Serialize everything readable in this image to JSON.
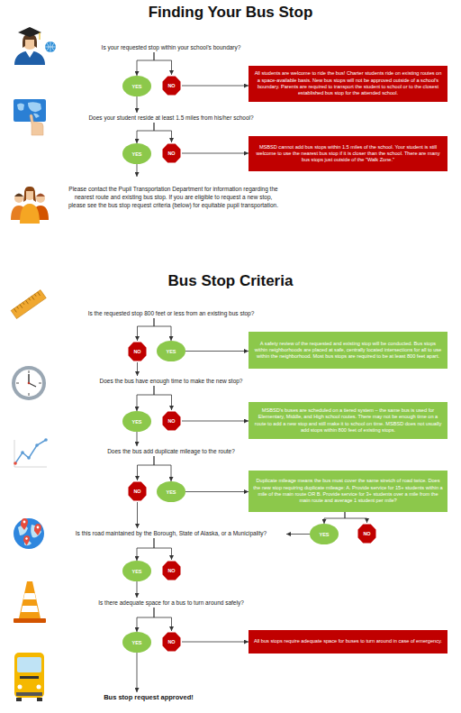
{
  "diagram": {
    "title": "Finding Your Bus Stop",
    "nodes": [
      {
        "text": [
          "Is your requested stop within your school's boundary?"
        ]
      },
      {
        "text": [
          "YES"
        ]
      },
      {
        "text": [
          "NO"
        ]
      },
      {
        "text": [
          "All students are welcome to ride the bus! Charter students ride on existing routes on a space-available basis. New bus stops will not be approved outside of a school's boundary. Parents are required to transport the student to school or to the closest established bus stop for the attended school."
        ]
      },
      {
        "text": [
          "Does your student reside at least 1.5 miles from his/her school?"
        ]
      },
      {
        "text": [
          "YES"
        ]
      },
      {
        "text": [
          "NO"
        ]
      },
      {
        "text": [
          "MSBSD cannot add bus stops within 1.5 miles of the school. Your student is still welcome to use the nearest bus stop if it is closer than the school. There are many bus stops just outside of the \"Walk Zone.\""
        ]
      },
      {
        "text": [
          "Please contact the Pupil Transportation Department for information regarding the nearest route and existing bus stop. If you are eligible to request a new stop, please see the bus stop request criteria (below) for equitable pupil transportation."
        ]
      },
      {
        "text": [
          "Is the requested stop 800 feet or less from an existing bus stop?"
        ]
      },
      {
        "text": [
          "NO"
        ]
      },
      {
        "text": [
          "YES"
        ]
      },
      {
        "text": [
          "A safety review of the requested and existing stop will be conducted. Bus stops within neighborhoods are placed at safe, centrally located intersections for all to use within the neighborhood. Most bus stops are required to be at least 800 feet apart."
        ]
      },
      {
        "text": [
          "Does the bus have enough time to make the new stop?"
        ]
      },
      {
        "text": [
          "YES"
        ]
      },
      {
        "text": [
          "NO"
        ]
      },
      {
        "text": [
          "MSBSD's buses are scheduled on a tiered system – the same bus is used for Elementary, Middle, and High school routes. There may not be enough time on a route to add a new stop and still make it to school on time. MSBSD does not usually add stops within 800 feet of existing stops."
        ]
      },
      {
        "text": [
          "Does the bus add duplicate mileage to the route?"
        ]
      },
      {
        "text": [
          "NO"
        ]
      },
      {
        "text": [
          "YES"
        ]
      },
      {
        "text": [
          "Duplicate mileage means the bus must cover the same stretch of road twice. Does the new stop requiring duplicate mileage: A. Provide service for 15+ students within a mile of the main route OR B. Provide service for 3+ students over a mile from the main route and average 1 student per mile?"
        ]
      },
      {
        "text": [
          "YES"
        ]
      },
      {
        "text": [
          "NO"
        ]
      },
      {
        "text": [
          "Is this road maintained by the Borough, State of Alaska, or a Municipality?"
        ]
      },
      {
        "text": [
          "YES"
        ]
      },
      {
        "text": [
          "NO"
        ]
      },
      {
        "text": [
          "Is there adequate space for a bus to turn around safely?"
        ]
      },
      {
        "text": [
          "YES"
        ]
      },
      {
        "text": [
          "NO"
        ]
      },
      {
        "text": [
          "All bus stops require adequate space for buses to turn around in case of emergency."
        ]
      },
      {
        "text": [
          "Bus stop request approved!"
        ]
      }
    ],
    "edges": [
      {
        "from": 0,
        "to": 1,
        "arrow": "to"
      },
      {
        "from": 0,
        "to": 2,
        "arrow": "to"
      },
      {
        "from": 2,
        "to": 3,
        "arrow": "to"
      },
      {
        "from": 1,
        "to": 4,
        "arrow": "to"
      },
      {
        "from": 4,
        "to": 5,
        "arrow": "to"
      },
      {
        "from": 4,
        "to": 6,
        "arrow": "to"
      },
      {
        "from": 6,
        "to": 7,
        "arrow": "to"
      },
      {
        "from": 5,
        "to": 8,
        "arrow": "to"
      },
      {
        "from": 9,
        "to": 10,
        "arrow": "to"
      },
      {
        "from": 9,
        "to": 11,
        "arrow": "to"
      },
      {
        "from": 11,
        "to": 12,
        "arrow": "to"
      },
      {
        "from": 10,
        "to": 13,
        "arrow": "to"
      },
      {
        "from": 13,
        "to": 14,
        "arrow": "to"
      },
      {
        "from": 13,
        "to": 15,
        "arrow": "to"
      },
      {
        "from": 15,
        "to": 16,
        "arrow": "to"
      },
      {
        "from": 14,
        "to": 17,
        "arrow": "to"
      },
      {
        "from": 17,
        "to": 18,
        "arrow": "to"
      },
      {
        "from": 17,
        "to": 19,
        "arrow": "to"
      },
      {
        "from": 19,
        "to": 20,
        "arrow": "to"
      },
      {
        "from": 20,
        "to": 21,
        "arrow": "to"
      },
      {
        "from": 20,
        "to": 22,
        "arrow": "to"
      },
      {
        "from": 21,
        "to": 23,
        "arrow": "to"
      },
      {
        "from": 18,
        "to": 23,
        "arrow": "to"
      },
      {
        "from": 23,
        "to": 24,
        "arrow": "to"
      },
      {
        "from": 23,
        "to": 25,
        "arrow": "to"
      },
      {
        "from": 24,
        "to": 26,
        "arrow": "to"
      },
      {
        "from": 26,
        "to": 27,
        "arrow": "to"
      },
      {
        "from": 26,
        "to": 28,
        "arrow": "to"
      },
      {
        "from": 28,
        "to": 29,
        "arrow": "to"
      },
      {
        "from": 27,
        "to": 30,
        "arrow": "to"
      }
    ],
    "labels": [
      "Bus Stop Criteria"
    ]
  }
}
